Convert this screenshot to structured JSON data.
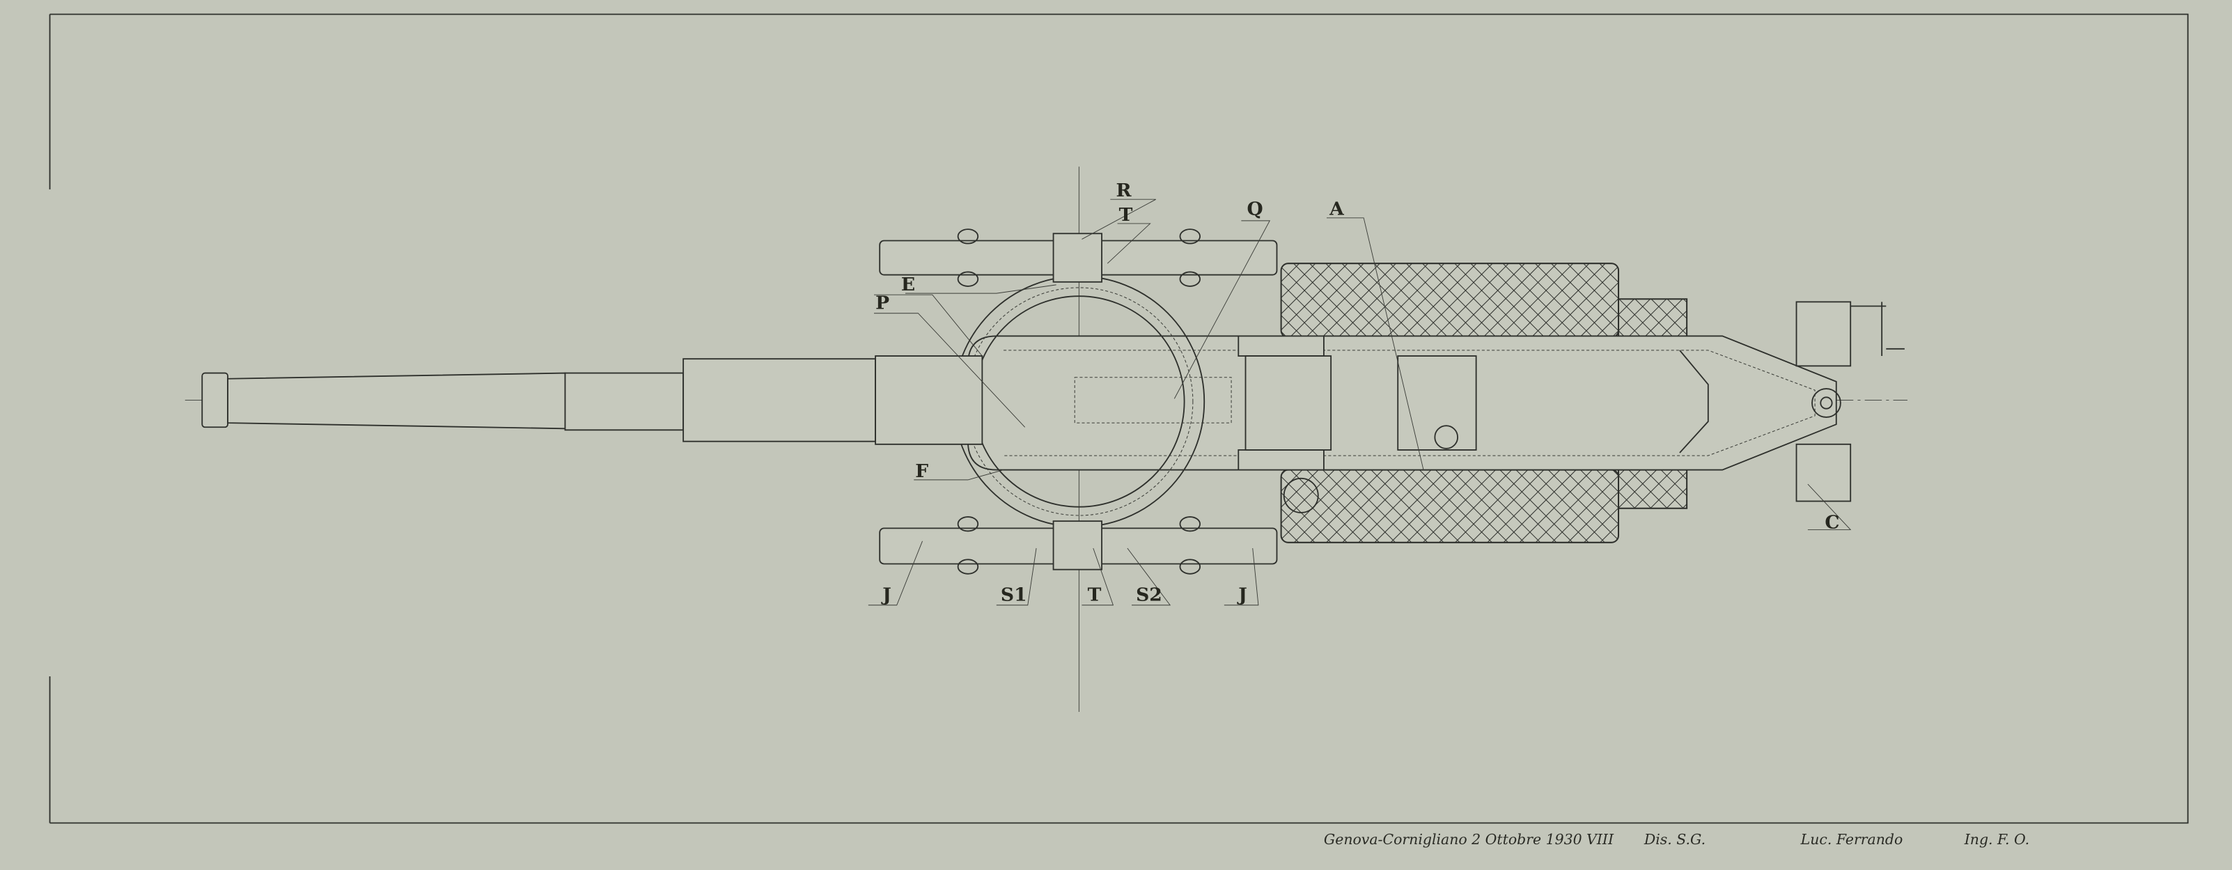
{
  "drawing": {
    "labels": {
      "R": "R",
      "T_top": "T",
      "Q": "Q",
      "A": "A",
      "E": "E",
      "P": "P",
      "F": "F",
      "J_left": "J",
      "S1": "S1",
      "T_bottom": "T",
      "S2": "S2",
      "J_right": "J",
      "C": "C"
    },
    "colors": {
      "paper": "#c3c6ba",
      "ink": "#2e302c"
    }
  },
  "title_block": {
    "place_date": "Genova-Cornigliano 2 Ottobre 1930 VIII",
    "drawn_by": "Dis. S.G.",
    "checked_by": "Luc. Ferrando",
    "engineer": "Ing. F. O."
  }
}
